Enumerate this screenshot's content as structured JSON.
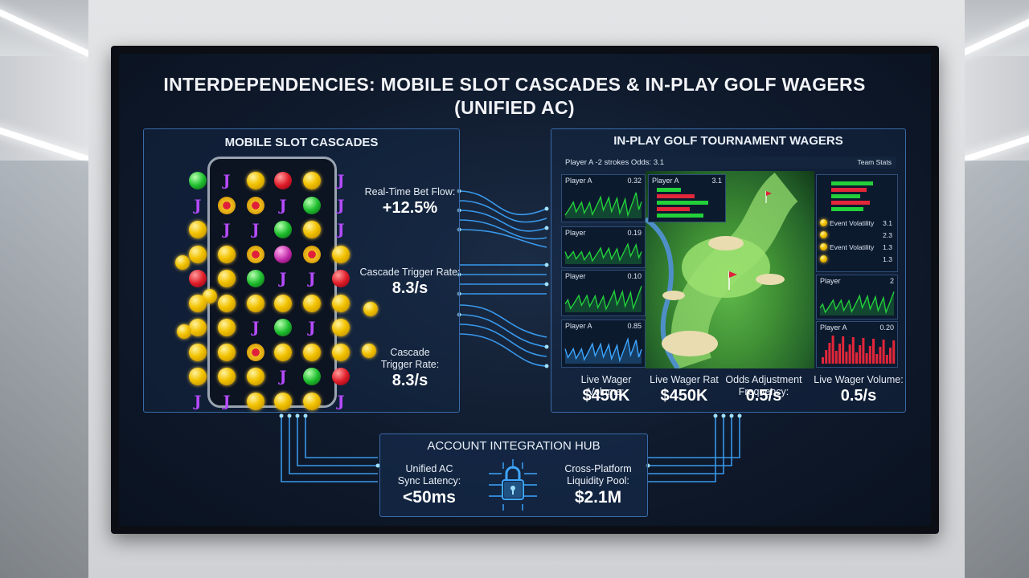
{
  "header": {
    "title_line1": "INTERDEPENDENCIES: MOBILE SLOT CASCADES & IN-PLAY GOLF WAGERS",
    "title_line2": "(UNIFIED AC)"
  },
  "slots_panel": {
    "title": "MOBILE SLOT CASCADES",
    "metrics": [
      {
        "label": "Real-Time Bet Flow:",
        "value": "+12.5%"
      },
      {
        "label": "Cascade Trigger Rate:",
        "value": "8.3/s"
      },
      {
        "label_line1": "Cascade",
        "label_line2": "Trigger Rate:",
        "value": "8.3/s"
      }
    ]
  },
  "golf_panel": {
    "title": "IN-PLAY GOLF TOURNAMENT WAGERS",
    "top_bar": {
      "left": "Player A  -2 strokes  Odds: 3.1",
      "right": "Team Stats"
    },
    "tiles": [
      {
        "label": "Player A",
        "value": "0.32"
      },
      {
        "label": "Player A",
        "value": "3.1"
      },
      {
        "label": "Player",
        "value": "0.19"
      },
      {
        "label": "Player",
        "value": "0.10"
      },
      {
        "label": "Player A",
        "value": "0.85"
      }
    ],
    "right_rows": [
      {
        "label": "Event Volatility",
        "value": "3.1"
      },
      {
        "label": "",
        "value": "2.3"
      },
      {
        "label": "Event Volatility",
        "value": "1.3"
      },
      {
        "label": "",
        "value": "1.3"
      }
    ],
    "right_tiles": [
      {
        "label": "Player",
        "value": "2"
      },
      {
        "label": "Player A",
        "value": "0.20"
      }
    ],
    "metrics": [
      {
        "label": "Live Wager Volume:",
        "value": "$450K"
      },
      {
        "label": "Live Wager Rat",
        "value": "$450K"
      },
      {
        "label": "Odds Adjustment Frequency:",
        "value": "0.5/s"
      },
      {
        "label": "Live Wager Volume:",
        "value": "0.5/s"
      }
    ]
  },
  "hub": {
    "title": "ACCOUNT INTEGRATION HUB",
    "left": {
      "label_line1": "Unified AC",
      "label_line2": "Sync Latency:",
      "value": "<50ms"
    },
    "right": {
      "label_line1": "Cross-Platform",
      "label_line2": "Liquidity Pool:",
      "value": "$2.1M"
    },
    "icon": "padlock-circuit-icon"
  },
  "colors": {
    "accent": "#4aa8ff",
    "panel_border": "#3a6aa8",
    "up": "#23d03a",
    "down": "#e3263a"
  }
}
